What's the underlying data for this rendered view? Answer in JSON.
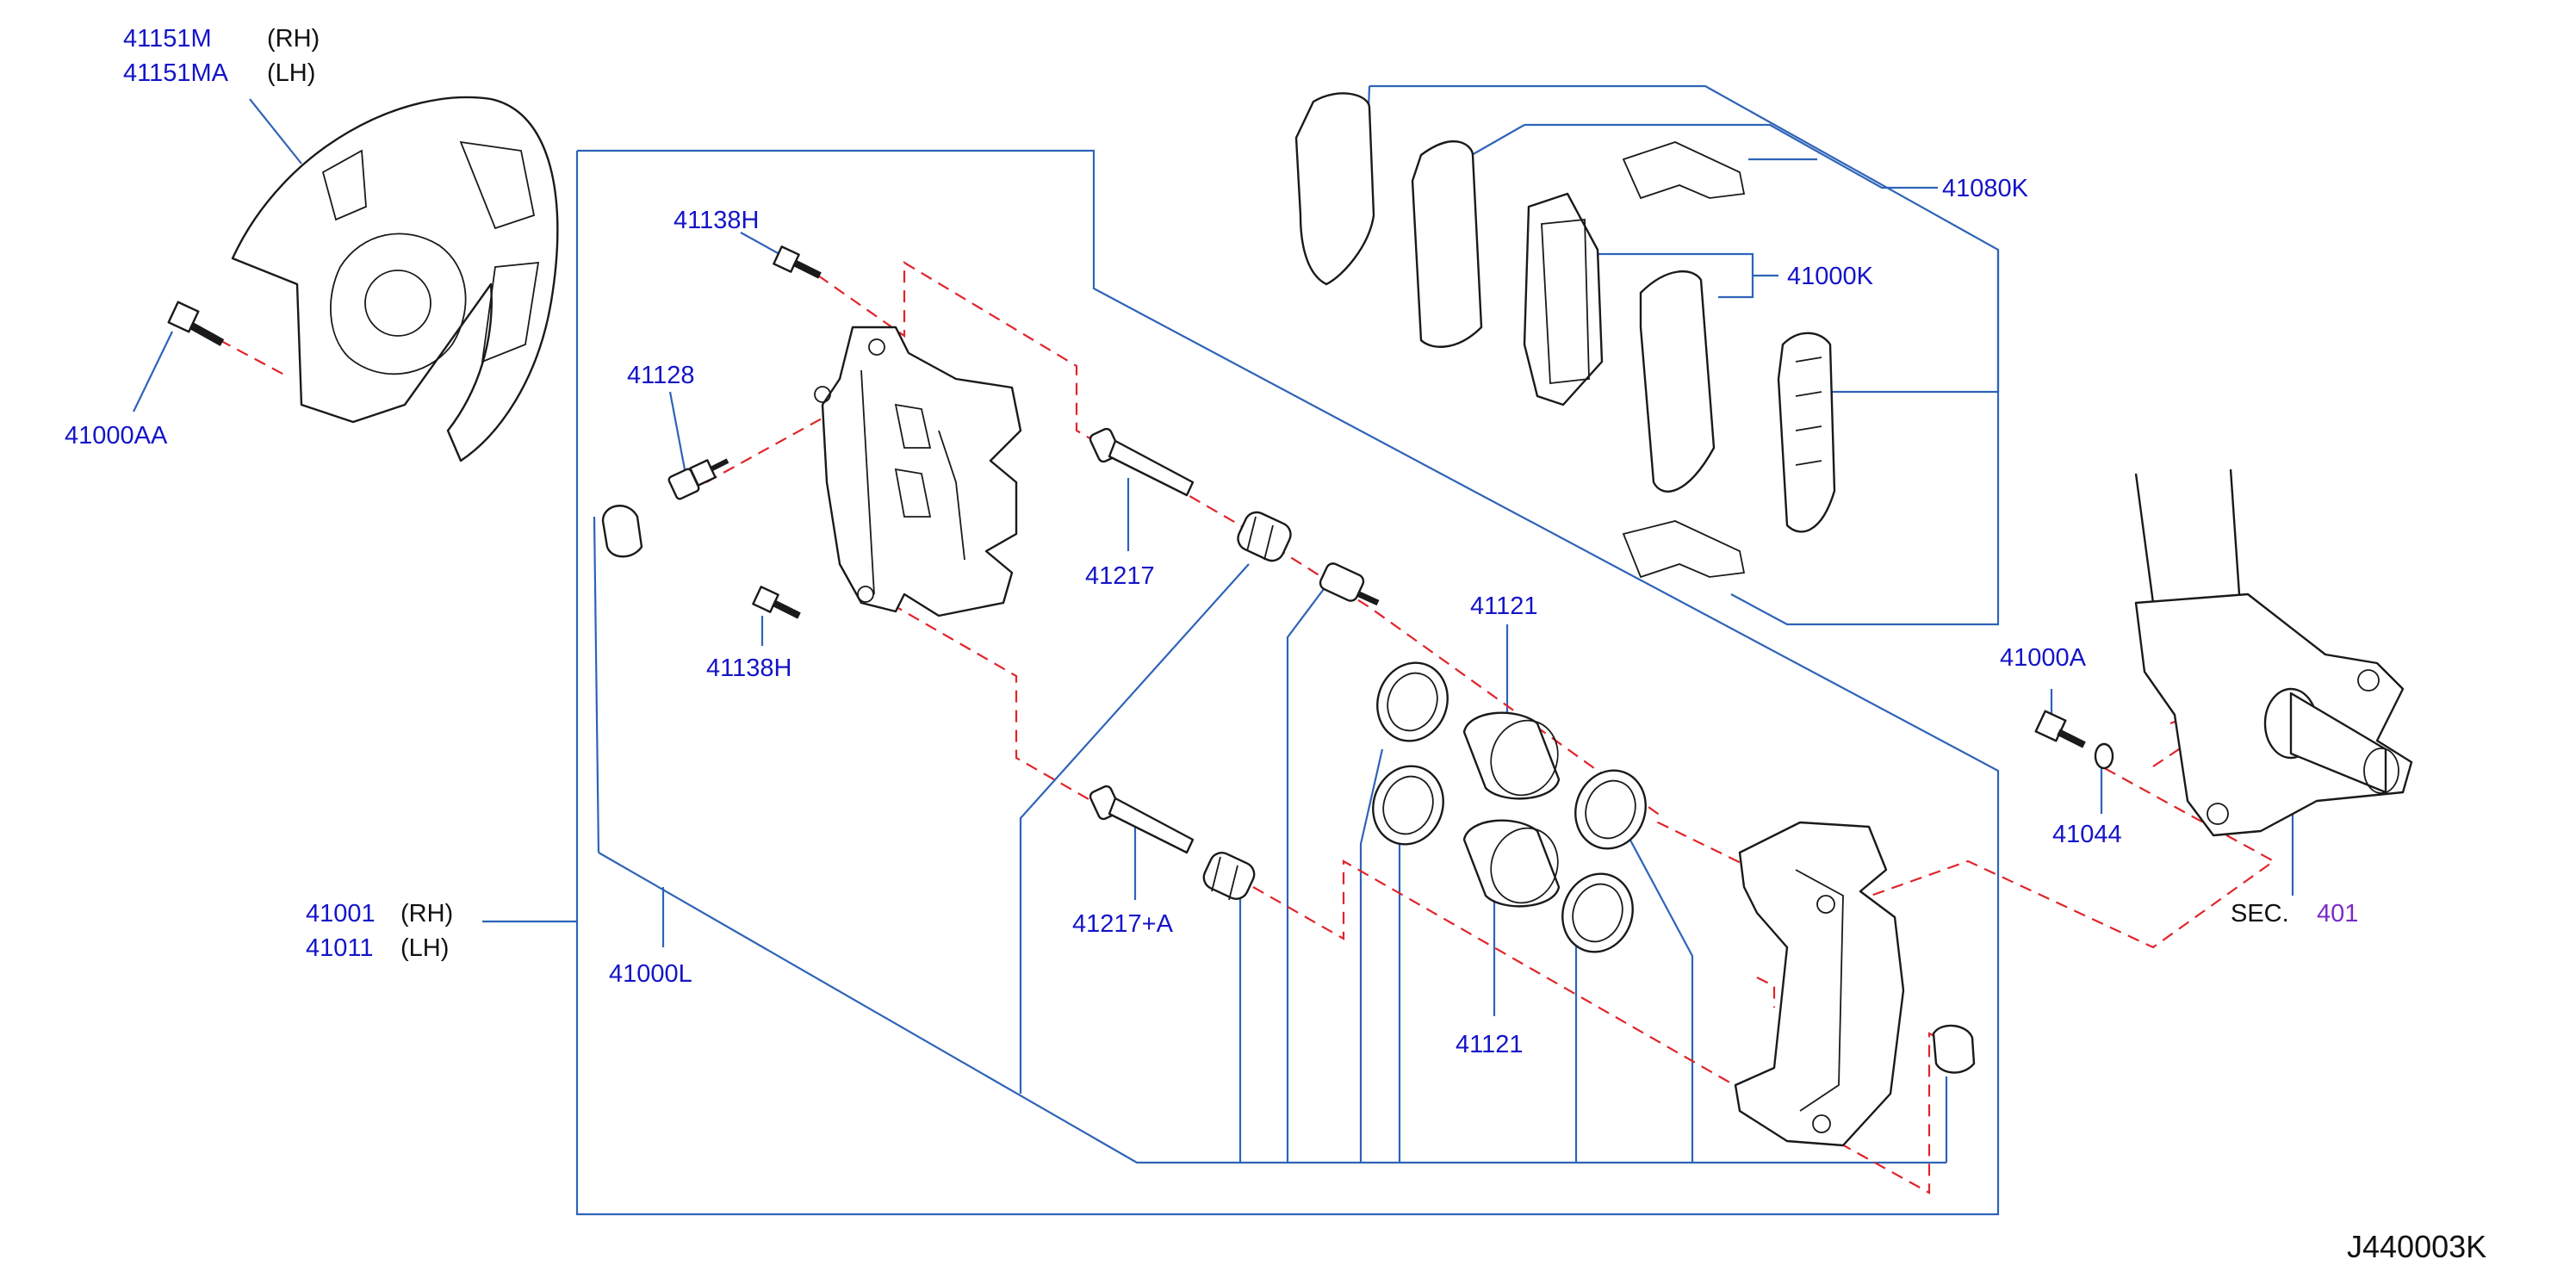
{
  "labels": {
    "shield_rh": "41151M",
    "shield_rh_side": "(RH)",
    "shield_lh": "41151MA",
    "shield_lh_side": "(LH)",
    "bolt_shield": "41000AA",
    "bolt_top": "41138H",
    "bleeder": "41128",
    "bolt_bottom": "41138H",
    "pin_upper": "41217",
    "pin_lower": "41217+A",
    "seal_upper": "41121",
    "seal_lower": "41121",
    "caliper_rh": "41001",
    "caliper_rh_side": "(RH)",
    "caliper_lh": "41011",
    "caliper_lh_side": "(LH)",
    "caliper_kit": "41000L",
    "pad_kit": "41080K",
    "pads": "41000K",
    "bolt_knuckle": "41000A",
    "washer": "41044",
    "section_prefix": "SEC.",
    "section_number": "401"
  },
  "drawing_code": "J440003K",
  "colors": {
    "part_number": "#1414c8",
    "leader_line": "#2e63b8",
    "dashed_line": "#e0242a",
    "section_ref": "#7a2bc8"
  }
}
